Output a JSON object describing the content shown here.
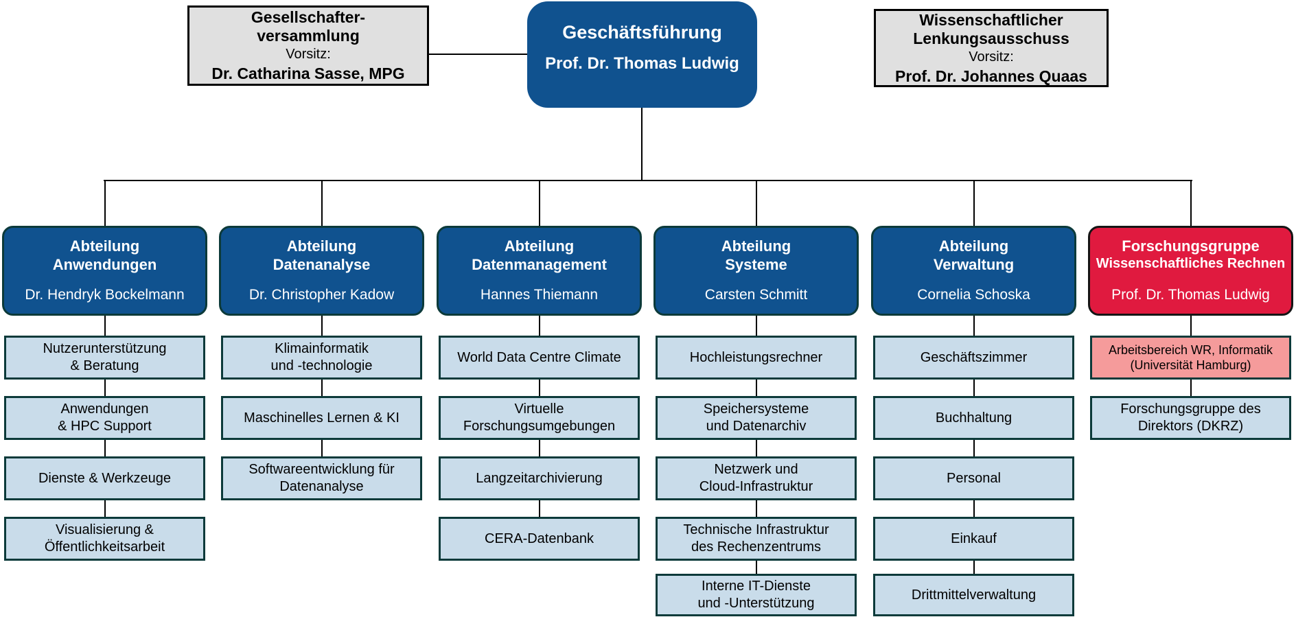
{
  "colors": {
    "dept_blue": "#10528F",
    "dept_red": "#E01A3F",
    "unit_light_blue": "#C9DCEA",
    "unit_pink": "#F59B9B",
    "committee_gray": "#E0E0E0",
    "border_dark_teal": "#0C3A3A",
    "connector_black": "#000000",
    "text_white": "#FFFFFF",
    "text_black": "#000000"
  },
  "top": {
    "shareholders": {
      "title_line1": "Gesellschafter-",
      "title_line2": "versammlung",
      "chair_label": "Vorsitz:",
      "chair_name": "Dr. Catharina Sasse, MPG"
    },
    "management": {
      "title": "Geschäftsführung",
      "name": "Prof. Dr. Thomas Ludwig"
    },
    "steering": {
      "title_line1": "Wissenschaftlicher",
      "title_line2": "Lenkungsausschuss",
      "chair_label": "Vorsitz:",
      "chair_name": "Prof. Dr. Johannes Quaas"
    }
  },
  "departments": [
    {
      "id": "anwendungen",
      "style": "blue",
      "title_lines": [
        "Abteilung",
        "Anwendungen"
      ],
      "leader": "Dr. Hendryk Bockelmann",
      "units": [
        {
          "style": "light-blue",
          "lines": [
            "Nutzerunterstützung",
            "& Beratung"
          ]
        },
        {
          "style": "light-blue",
          "lines": [
            "Anwendungen",
            "& HPC Support"
          ]
        },
        {
          "style": "light-blue",
          "lines": [
            "Dienste & Werkzeuge"
          ]
        },
        {
          "style": "light-blue",
          "lines": [
            "Visualisierung &",
            "Öffentlichkeitsarbeit"
          ]
        }
      ]
    },
    {
      "id": "datenanalyse",
      "style": "blue",
      "title_lines": [
        "Abteilung",
        "Datenanalyse"
      ],
      "leader": "Dr. Christopher Kadow",
      "units": [
        {
          "style": "light-blue",
          "lines": [
            "Klimainformatik",
            "und -technologie"
          ]
        },
        {
          "style": "light-blue",
          "lines": [
            "Maschinelles Lernen & KI"
          ]
        },
        {
          "style": "light-blue",
          "lines": [
            "Softwareentwicklung für",
            "Datenanalyse"
          ]
        }
      ]
    },
    {
      "id": "datenmanagement",
      "style": "blue",
      "title_lines": [
        "Abteilung",
        "Datenmanagement"
      ],
      "leader": "Hannes Thiemann",
      "units": [
        {
          "style": "light-blue",
          "lines": [
            "World Data Centre Climate"
          ]
        },
        {
          "style": "light-blue",
          "lines": [
            "Virtuelle",
            "Forschungsumgebungen"
          ]
        },
        {
          "style": "light-blue",
          "lines": [
            "Langzeitarchivierung"
          ]
        },
        {
          "style": "light-blue",
          "lines": [
            "CERA-Datenbank"
          ]
        }
      ]
    },
    {
      "id": "systeme",
      "style": "blue",
      "title_lines": [
        "Abteilung",
        "Systeme"
      ],
      "leader": "Carsten Schmitt",
      "units": [
        {
          "style": "light-blue",
          "lines": [
            "Hochleistungsrechner"
          ]
        },
        {
          "style": "light-blue",
          "lines": [
            "Speichersysteme",
            "und Datenarchiv"
          ]
        },
        {
          "style": "light-blue",
          "lines": [
            "Netzwerk und",
            "Cloud-Infrastruktur"
          ]
        },
        {
          "style": "light-blue",
          "lines": [
            "Technische Infrastruktur",
            "des Rechenzentrums"
          ]
        },
        {
          "style": "light-blue",
          "lines": [
            "Interne IT-Dienste",
            "und -Unterstützung"
          ]
        }
      ]
    },
    {
      "id": "verwaltung",
      "style": "blue",
      "title_lines": [
        "Abteilung",
        "Verwaltung"
      ],
      "leader": "Cornelia Schoska",
      "units": [
        {
          "style": "light-blue",
          "lines": [
            "Geschäftszimmer"
          ]
        },
        {
          "style": "light-blue",
          "lines": [
            "Buchhaltung"
          ]
        },
        {
          "style": "light-blue",
          "lines": [
            "Personal"
          ]
        },
        {
          "style": "light-blue",
          "lines": [
            "Einkauf"
          ]
        },
        {
          "style": "light-blue",
          "lines": [
            "Drittmittelverwaltung"
          ]
        }
      ]
    },
    {
      "id": "forschungsgruppe",
      "style": "red",
      "title_lines": [
        "Forschungsgruppe",
        "Wissenschaftliches Rechnen"
      ],
      "leader": "Prof. Dr. Thomas Ludwig",
      "units": [
        {
          "style": "pink",
          "lines": [
            "Arbeitsbereich WR, Informatik",
            "(Universität Hamburg)"
          ]
        },
        {
          "style": "light-blue",
          "lines": [
            "Forschungsgruppe des",
            "Direktors (DKRZ)"
          ]
        }
      ]
    }
  ]
}
